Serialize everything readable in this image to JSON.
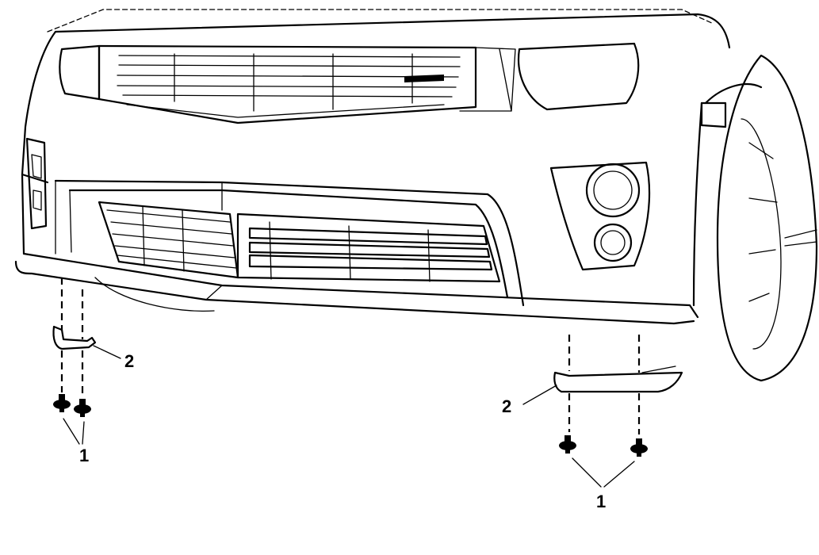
{
  "diagram": {
    "callouts": [
      {
        "id": "fastener-left",
        "label": "1"
      },
      {
        "id": "splash-shield-left",
        "label": "2"
      },
      {
        "id": "splash-shield-right",
        "label": "2"
      },
      {
        "id": "fastener-right",
        "label": "1"
      }
    ]
  }
}
